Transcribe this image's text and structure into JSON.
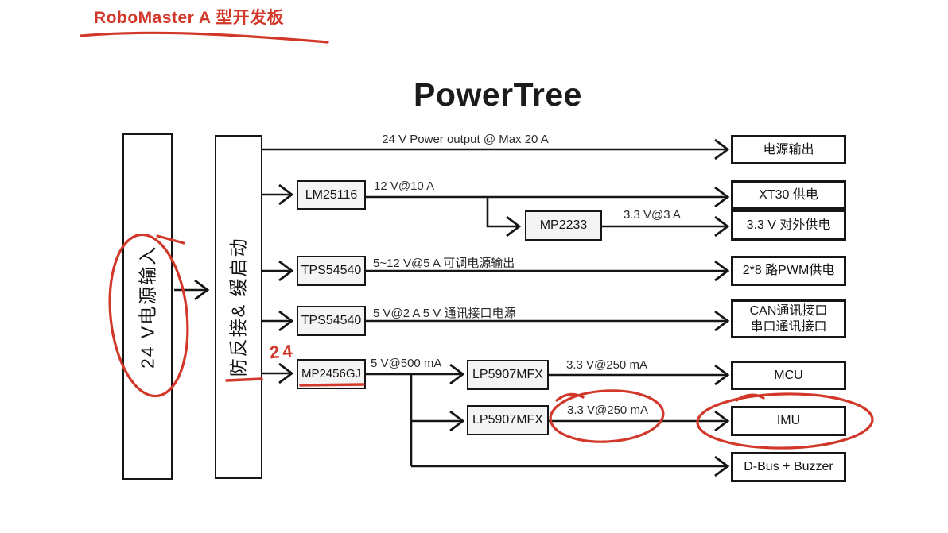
{
  "annotations": {
    "board_title": "RoboMaster A 型开发板",
    "handwritten_number": "24"
  },
  "colors": {
    "annotation_red": "#d2382a",
    "line_black": "#161616",
    "converter_fill": "#f4f4f4",
    "background": "#ffffff"
  },
  "diagram": {
    "title": "PowerTree",
    "source_block": {
      "label": "24 V电源输入"
    },
    "protection_block": {
      "label": "防反接& 缓启动"
    },
    "converters": [
      {
        "id": "lm25116",
        "label": "LM25116"
      },
      {
        "id": "tps54540-1",
        "label": "TPS54540"
      },
      {
        "id": "tps54540-2",
        "label": "TPS54540"
      },
      {
        "id": "mp2456gj",
        "label": "MP2456GJ"
      },
      {
        "id": "mp2233",
        "label": "MP2233"
      },
      {
        "id": "lp5907mfx-1",
        "label": "LP5907MFX"
      },
      {
        "id": "lp5907mfx-2",
        "label": "LP5907MFX"
      }
    ],
    "outputs": [
      {
        "id": "power-output",
        "label": "电源输出"
      },
      {
        "id": "xt30",
        "label": "XT30 供电"
      },
      {
        "id": "ext-3v3",
        "label": "3.3 V 对外供电"
      },
      {
        "id": "pwm",
        "label": "2*8 路PWM供电"
      },
      {
        "id": "can-serial",
        "label_line1": "CAN通讯接口",
        "label_line2": "串口通讯接口"
      },
      {
        "id": "mcu",
        "label": "MCU"
      },
      {
        "id": "imu",
        "label": "IMU"
      },
      {
        "id": "dbus-buzzer",
        "label": "D-Bus + Buzzer"
      }
    ],
    "edge_labels": [
      {
        "id": "main-output",
        "text": "24 V Power output @ Max 20 A"
      },
      {
        "id": "rail-12v",
        "text": "12 V@10 A"
      },
      {
        "id": "rail-3v3-3a",
        "text": "3.3 V@3 A"
      },
      {
        "id": "rail-adjustable",
        "text": "5~12 V@5 A 可调电源输出"
      },
      {
        "id": "rail-comm-5v",
        "text": "5 V@2 A 5 V 通讯接口电源"
      },
      {
        "id": "rail-5v-500ma",
        "text": "5 V@500 mA"
      },
      {
        "id": "rail-3v3-250ma-mcu",
        "text": "3.3 V@250 mA"
      },
      {
        "id": "rail-3v3-250ma-imu",
        "text": "3.3 V@250 mA"
      }
    ]
  }
}
